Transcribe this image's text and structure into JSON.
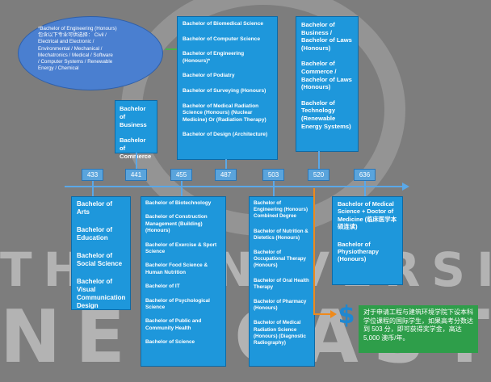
{
  "scholarship_note": {
    "text": "Bachelor of Engineering (Honours) 包含以下专业可供选择： Civil / Electrical and Electronic / Environmental / Mechanical / Mechatronics / Medical / Software / Computer Systems / Renewable Energy / Chemical",
    "lines": [
      "*Bachelor of Engineering (Honours)",
      "包含以下专业可供选择： Civil /",
      "Electrical and Electronic /",
      "Environmental / Mechanical /",
      "Mechatronics / Medical / Software",
      "/ Computer Systems / Renewable",
      "Energy / Chemical"
    ]
  },
  "scores": [
    "433",
    "441",
    "455",
    "487",
    "503",
    "520",
    "636"
  ],
  "boxes": {
    "top_center": [
      "Bachelor of Biomedical Science",
      "Bachelor of Computer Science",
      "Bachelor of Engineering (Honours)*",
      "Bachelor of Podiatry",
      "Bachelor of Surveying (Honours)",
      "Bachelor of Medical Radiation Science (Honours) (Nuclear Medicine) Or (Radiation Therapy)",
      "Bachelor of Design (Architecture)"
    ],
    "top_right": [
      "Bachelor of Business / Bachelor of Laws (Honours)",
      "Bachelor of Commerce / Bachelor of Laws (Honours)",
      "Bachelor of Technology (Renewable Energy Systems)"
    ],
    "top_left": [
      "Bachelor of Business",
      "Bachelor of Commerce"
    ],
    "bottom_433": [
      "Bachelor of Arts",
      "Bachelor of Education",
      "Bachelor of Social Science",
      "Bachelor of Visual Communication Design"
    ],
    "bottom_455": [
      "Bachelor of Biotechnology",
      "Bachelor of Construction Management (Building) (Honours)",
      "Bachelor of Exercise & Sport Science",
      "Bachelor Food Science & Human Nutrition",
      "Bachelor of IT",
      "Bachelor of Psychological Science",
      "Bachelor of Public and Community Health",
      "Bachelor of Science"
    ],
    "bottom_503": [
      "Bachelor of Engineering (Honours) Combined Degree",
      "Bachelor of Nutrition & Dietetics (Honours)",
      "Bachelor of Occupational Therapy (Honours)",
      "Bachelor of Oral Health Therapy",
      "Bachelor of Pharmacy (Honours)",
      "Bachelor of Medical Radiation Science (Honours) (Diagnostic Radiography)"
    ],
    "bottom_636": [
      "Bachelor of Medical Science + Doctor of Medicine (临床医学本硕连读)",
      "Bachelor of Physiotherapy (Honours)"
    ]
  },
  "scholarship_box": {
    "symbol": "$",
    "text": "对于申请工程与建筑环境学院下设本科学位课程的国际学生，如果高考分数达到 503 分，即可获得奖学金，高达 5,000 澳币/年。"
  },
  "background_text": {
    "line1": "THE UNIVERSITY OF",
    "line2": "NEWCASTLE"
  },
  "colors": {
    "box_blue": "#1e97db",
    "oval_blue": "#4a7fd0",
    "axis_blue": "#5aa8e8",
    "arrow_orange": "#f08a1a",
    "scholarship_green": "#2e9e4a",
    "background_gray": "#7d7d7d"
  }
}
